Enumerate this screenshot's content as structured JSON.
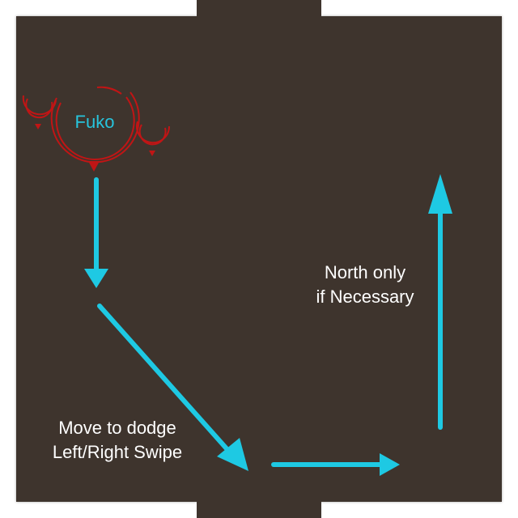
{
  "boss": {
    "name": "Fuko",
    "name_color": "#27c4dc",
    "marker_color": "#c01515",
    "icon": "boss-target-ring-icon"
  },
  "instructions": {
    "north": {
      "line1": "North only",
      "line2": "if Necessary"
    },
    "dodge": {
      "line1": "Move to dodge",
      "line2": "Left/Right Swipe"
    }
  },
  "colors": {
    "floor": "#3e342d",
    "arrow": "#1ec9e3",
    "text": "#ffffff"
  },
  "arrows": [
    {
      "name": "arrow-down",
      "icon": "arrow-down-icon"
    },
    {
      "name": "arrow-diagonal",
      "icon": "arrow-down-right-icon"
    },
    {
      "name": "arrow-right",
      "icon": "arrow-right-icon"
    },
    {
      "name": "arrow-up",
      "icon": "arrow-up-icon"
    }
  ]
}
